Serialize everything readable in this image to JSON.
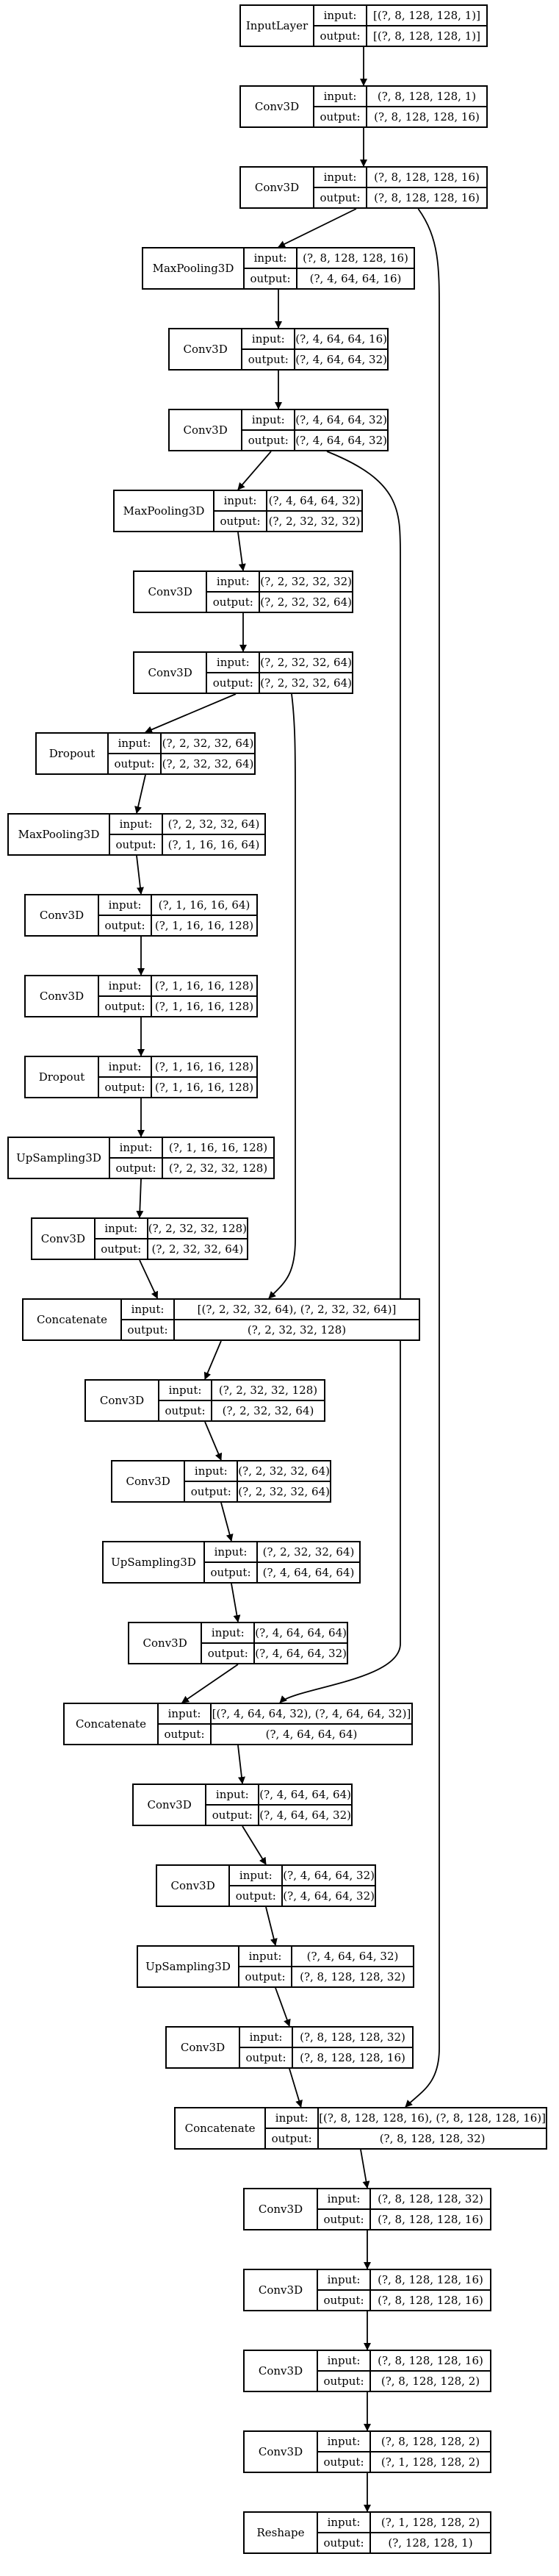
{
  "labels": {
    "input": "input:",
    "output": "output:"
  },
  "layers": [
    {
      "name": "InputLayer",
      "input": "[(?, 8, 128, 128, 1)]",
      "output": "[(?, 8, 128, 128, 1)]"
    },
    {
      "name": "Conv3D",
      "input": "(?, 8, 128, 128, 1)",
      "output": "(?, 8, 128, 128, 16)"
    },
    {
      "name": "Conv3D",
      "input": "(?, 8, 128, 128, 16)",
      "output": "(?, 8, 128, 128, 16)"
    },
    {
      "name": "MaxPooling3D",
      "input": "(?, 8, 128, 128, 16)",
      "output": "(?, 4, 64, 64, 16)"
    },
    {
      "name": "Conv3D",
      "input": "(?, 4, 64, 64, 16)",
      "output": "(?, 4, 64, 64, 32)"
    },
    {
      "name": "Conv3D",
      "input": "(?, 4, 64, 64, 32)",
      "output": "(?, 4, 64, 64, 32)"
    },
    {
      "name": "MaxPooling3D",
      "input": "(?, 4, 64, 64, 32)",
      "output": "(?, 2, 32, 32, 32)"
    },
    {
      "name": "Conv3D",
      "input": "(?, 2, 32, 32, 32)",
      "output": "(?, 2, 32, 32, 64)"
    },
    {
      "name": "Conv3D",
      "input": "(?, 2, 32, 32, 64)",
      "output": "(?, 2, 32, 32, 64)"
    },
    {
      "name": "Dropout",
      "input": "(?, 2, 32, 32, 64)",
      "output": "(?, 2, 32, 32, 64)"
    },
    {
      "name": "MaxPooling3D",
      "input": "(?, 2, 32, 32, 64)",
      "output": "(?, 1, 16, 16, 64)"
    },
    {
      "name": "Conv3D",
      "input": "(?, 1, 16, 16, 64)",
      "output": "(?, 1, 16, 16, 128)"
    },
    {
      "name": "Conv3D",
      "input": "(?, 1, 16, 16, 128)",
      "output": "(?, 1, 16, 16, 128)"
    },
    {
      "name": "Dropout",
      "input": "(?, 1, 16, 16, 128)",
      "output": "(?, 1, 16, 16, 128)"
    },
    {
      "name": "UpSampling3D",
      "input": "(?, 1, 16, 16, 128)",
      "output": "(?, 2, 32, 32, 128)"
    },
    {
      "name": "Conv3D",
      "input": "(?, 2, 32, 32, 128)",
      "output": "(?, 2, 32, 32, 64)"
    },
    {
      "name": "Concatenate",
      "input": "[(?, 2, 32, 32, 64), (?, 2, 32, 32, 64)]",
      "output": "(?, 2, 32, 32, 128)"
    },
    {
      "name": "Conv3D",
      "input": "(?, 2, 32, 32, 128)",
      "output": "(?, 2, 32, 32, 64)"
    },
    {
      "name": "Conv3D",
      "input": "(?, 2, 32, 32, 64)",
      "output": "(?, 2, 32, 32, 64)"
    },
    {
      "name": "UpSampling3D",
      "input": "(?, 2, 32, 32, 64)",
      "output": "(?, 4, 64, 64, 64)"
    },
    {
      "name": "Conv3D",
      "input": "(?, 4, 64, 64, 64)",
      "output": "(?, 4, 64, 64, 32)"
    },
    {
      "name": "Concatenate",
      "input": "[(?, 4, 64, 64, 32), (?, 4, 64, 64, 32)]",
      "output": "(?, 4, 64, 64, 64)"
    },
    {
      "name": "Conv3D",
      "input": "(?, 4, 64, 64, 64)",
      "output": "(?, 4, 64, 64, 32)"
    },
    {
      "name": "Conv3D",
      "input": "(?, 4, 64, 64, 32)",
      "output": "(?, 4, 64, 64, 32)"
    },
    {
      "name": "UpSampling3D",
      "input": "(?, 4, 64, 64, 32)",
      "output": "(?, 8, 128, 128, 32)"
    },
    {
      "name": "Conv3D",
      "input": "(?, 8, 128, 128, 32)",
      "output": "(?, 8, 128, 128, 16)"
    },
    {
      "name": "Concatenate",
      "input": "[(?, 8, 128, 128, 16), (?, 8, 128, 128, 16)]",
      "output": "(?, 8, 128, 128, 32)"
    },
    {
      "name": "Conv3D",
      "input": "(?, 8, 128, 128, 32)",
      "output": "(?, 8, 128, 128, 16)"
    },
    {
      "name": "Conv3D",
      "input": "(?, 8, 128, 128, 16)",
      "output": "(?, 8, 128, 128, 16)"
    },
    {
      "name": "Conv3D",
      "input": "(?, 8, 128, 128, 16)",
      "output": "(?, 8, 128, 128, 2)"
    },
    {
      "name": "Conv3D",
      "input": "(?, 8, 128, 128, 2)",
      "output": "(?, 1, 128, 128, 2)"
    },
    {
      "name": "Reshape",
      "input": "(?, 1, 128, 128, 2)",
      "output": "(?, 128, 128, 1)"
    }
  ],
  "edges": [
    [
      0,
      1
    ],
    [
      1,
      2
    ],
    [
      2,
      3
    ],
    [
      3,
      4
    ],
    [
      4,
      5
    ],
    [
      5,
      6
    ],
    [
      6,
      7
    ],
    [
      7,
      8
    ],
    [
      8,
      9
    ],
    [
      9,
      10
    ],
    [
      10,
      11
    ],
    [
      11,
      12
    ],
    [
      12,
      13
    ],
    [
      13,
      14
    ],
    [
      14,
      15
    ],
    [
      15,
      16
    ],
    [
      8,
      16
    ],
    [
      16,
      17
    ],
    [
      17,
      18
    ],
    [
      18,
      19
    ],
    [
      19,
      20
    ],
    [
      20,
      21
    ],
    [
      5,
      21
    ],
    [
      21,
      22
    ],
    [
      22,
      23
    ],
    [
      23,
      24
    ],
    [
      24,
      25
    ],
    [
      25,
      26
    ],
    [
      2,
      26
    ],
    [
      26,
      27
    ],
    [
      27,
      28
    ],
    [
      28,
      29
    ],
    [
      29,
      30
    ],
    [
      30,
      31
    ]
  ]
}
